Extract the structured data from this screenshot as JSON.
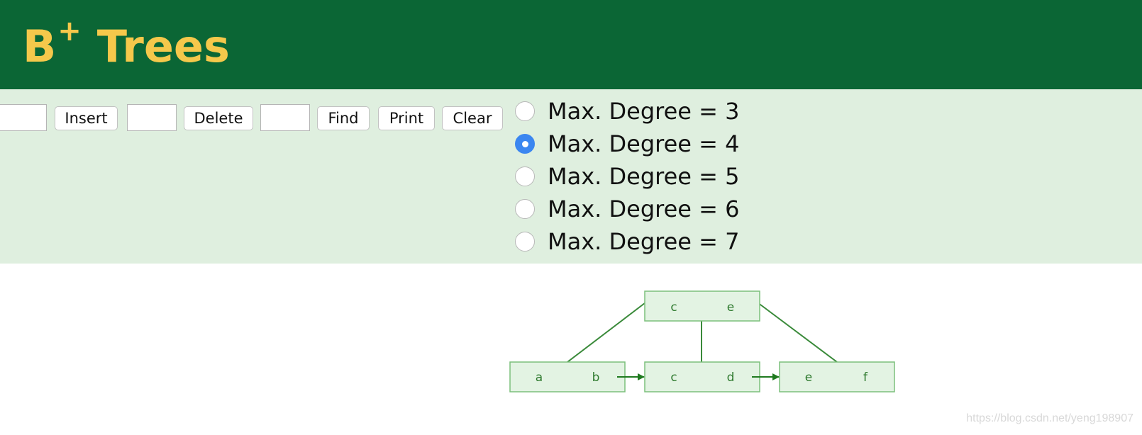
{
  "header": {
    "title_main": "B",
    "title_sup": "+",
    "title_rest": "Trees"
  },
  "controls": {
    "insert_label": "Insert",
    "delete_label": "Delete",
    "find_label": "Find",
    "print_label": "Print",
    "clear_label": "Clear",
    "insert_value": "",
    "delete_value": "",
    "find_value": ""
  },
  "degree_options": [
    {
      "label": "Max. Degree = 3",
      "checked": false
    },
    {
      "label": "Max. Degree = 4",
      "checked": true
    },
    {
      "label": "Max. Degree = 5",
      "checked": false
    },
    {
      "label": "Max. Degree = 6",
      "checked": false
    },
    {
      "label": "Max. Degree = 7",
      "checked": false
    }
  ],
  "tree": {
    "root": [
      "c",
      "e"
    ],
    "leaves": [
      [
        "a",
        "b"
      ],
      [
        "c",
        "d"
      ],
      [
        "e",
        "f"
      ]
    ]
  },
  "watermark": "https://blog.csdn.net/yeng198907",
  "colors": {
    "header_bg": "#0b6635",
    "title": "#f5c84b",
    "panel_bg": "#dfefdf",
    "node_fill": "#e3f3e3",
    "node_stroke": "#7cc07c",
    "edge": "#3a8a3a",
    "radio_checked": "#3b86f0"
  }
}
